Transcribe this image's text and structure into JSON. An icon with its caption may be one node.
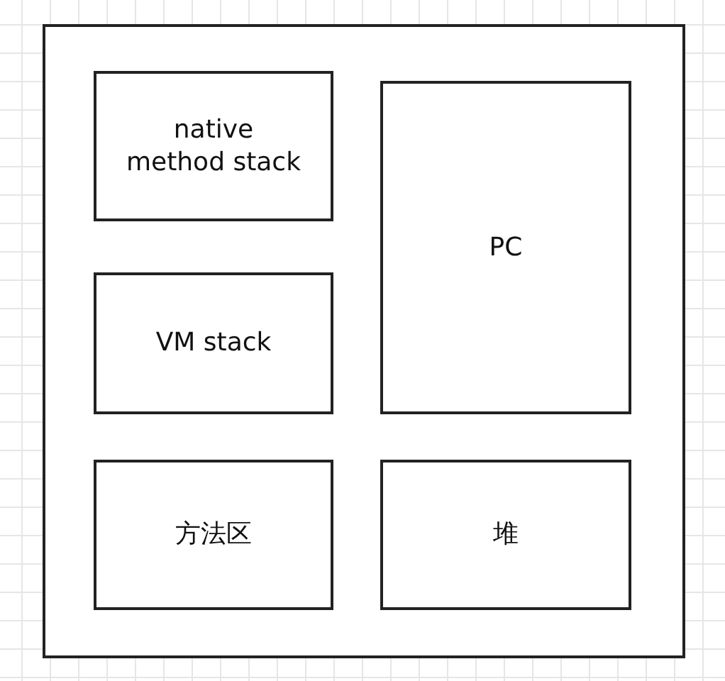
{
  "diagram": {
    "nodes": [
      {
        "text": [],
        "shape": "box"
      },
      {
        "text": [
          "native method stack"
        ],
        "in": 0
      },
      {
        "text": [
          "PC"
        ],
        "in": 0
      },
      {
        "text": [
          "VM stack"
        ],
        "in": 0
      },
      {
        "text": [
          "方法区"
        ],
        "in": 0
      },
      {
        "text": [
          "堆"
        ],
        "in": 0
      }
    ]
  }
}
